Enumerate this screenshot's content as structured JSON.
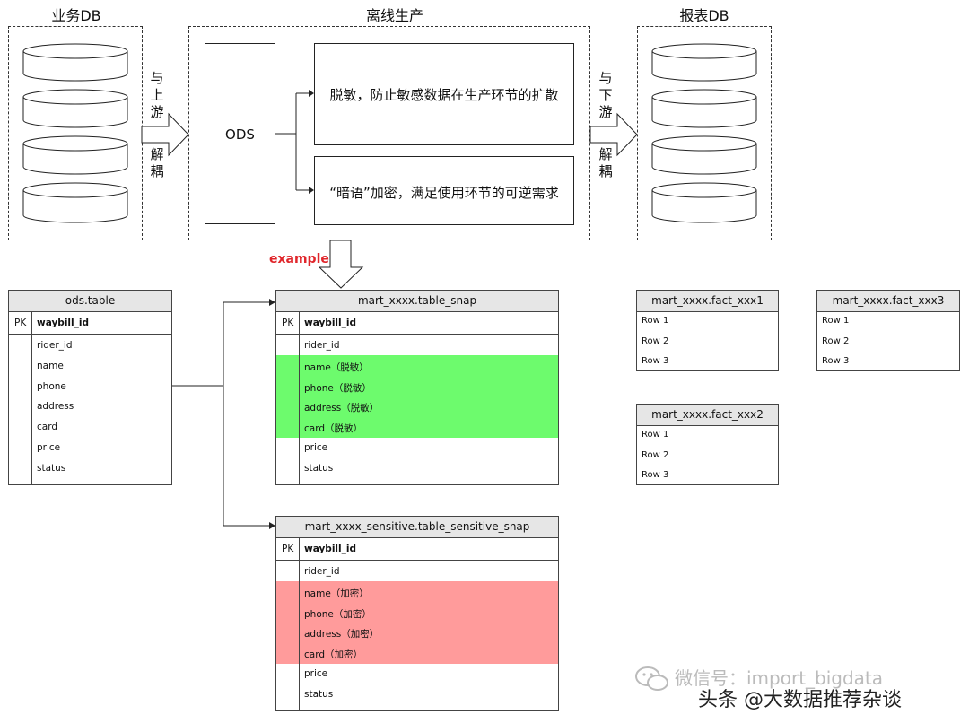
{
  "sections": {
    "business_db": "业务DB",
    "offline": "离线生产",
    "report_db": "报表DB"
  },
  "arrows": {
    "left_top": [
      "与",
      "上",
      "游"
    ],
    "left_bottom": [
      "解",
      "耦"
    ],
    "right_top": [
      "与",
      "下",
      "游"
    ],
    "right_bottom": [
      "解",
      "耦"
    ]
  },
  "ods_box": "ODS",
  "process_boxes": {
    "desensitize": "脱敏，防止敏感数据在生产环节的扩散",
    "encrypt": "“暗语”加密，满足使用环节的可逆需求"
  },
  "example_label": "example",
  "ods_table": {
    "title": "ods.table",
    "pk_label": "PK",
    "pk_field": "waybill_id",
    "fields": [
      "rider_id",
      "name",
      "phone",
      "address",
      "card",
      "price",
      "status"
    ]
  },
  "snap_table": {
    "title": "mart_xxxx.table_snap",
    "pk_label": "PK",
    "pk_field": "waybill_id",
    "fields": [
      "rider_id",
      "name（脱敏）",
      "phone（脱敏）",
      "address（脱敏）",
      "card（脱敏）",
      "price",
      "status"
    ],
    "highlight_color": "#6dfb6d"
  },
  "sensitive_table": {
    "title": "mart_xxxx_sensitive.table_sensitive_snap",
    "pk_label": "PK",
    "pk_field": "waybill_id",
    "fields": [
      "rider_id",
      "name（加密）",
      "phone（加密）",
      "address（加密）",
      "card（加密）",
      "price",
      "status"
    ],
    "highlight_color": "#ff9b9b"
  },
  "facts": [
    {
      "title": "mart_xxxx.fact_xxx1",
      "rows": [
        "Row 1",
        "Row 2",
        "Row 3"
      ]
    },
    {
      "title": "mart_xxxx.fact_xxx3",
      "rows": [
        "Row 1",
        "Row 2",
        "Row 3"
      ]
    },
    {
      "title": "mart_xxxx.fact_xxx2",
      "rows": [
        "Row 1",
        "Row 2",
        "Row 3"
      ]
    }
  ],
  "watermark": {
    "grey": "微信号：import_bigdata",
    "main": "头条 @大数据推荐杂谈"
  },
  "colors": {
    "example_red": "#e0262b",
    "line": "#222222",
    "header_grey": "#e6e6e6"
  }
}
